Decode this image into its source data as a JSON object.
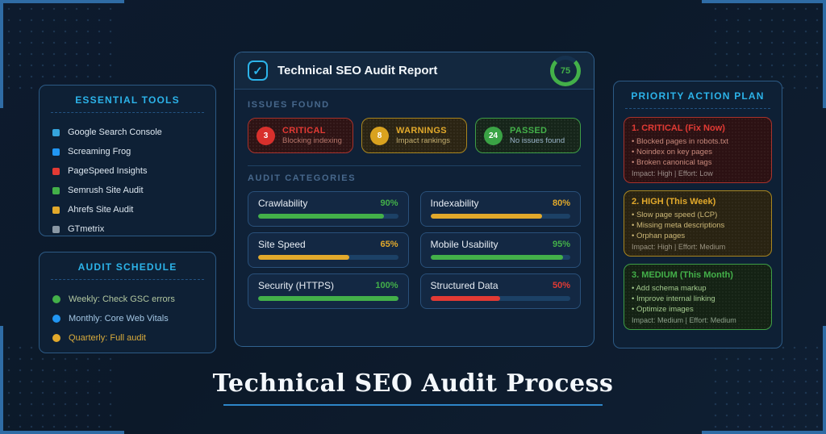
{
  "page": {
    "title": "Technical SEO Audit Process",
    "bg_color": "#0d1b2e",
    "accent_color": "#2cb3e9",
    "bracket_color": "#2f6ca5"
  },
  "tools": {
    "title": "ESSENTIAL TOOLS",
    "items": [
      {
        "label": "Google Search Console",
        "color": "#35a4dc"
      },
      {
        "label": "Screaming Frog",
        "color": "#2196f3"
      },
      {
        "label": "PageSpeed Insights",
        "color": "#e23a34"
      },
      {
        "label": "Semrush Site Audit",
        "color": "#43b049"
      },
      {
        "label": "Ahrefs Site Audit",
        "color": "#e2a92b"
      },
      {
        "label": "GTmetrix",
        "color": "#8a98a5"
      }
    ]
  },
  "schedule": {
    "title": "AUDIT SCHEDULE",
    "items": [
      {
        "label": "Weekly: Check GSC errors",
        "color": "#43b049",
        "text_color": "#b2c7a0"
      },
      {
        "label": "Monthly: Core Web Vitals",
        "color": "#2196f3",
        "text_color": "#a3c6e4"
      },
      {
        "label": "Quarterly: Full audit",
        "color": "#e2a92b",
        "text_color": "#d9ab3c"
      }
    ]
  },
  "report": {
    "title": "Technical SEO Audit Report",
    "checkbox_glyph": "✓",
    "score": 75,
    "score_label": "75",
    "score_color": "#43b049",
    "score_track_color": "#16324f",
    "issues_label": "ISSUES FOUND",
    "badges": [
      {
        "count": "3",
        "label": "CRITICAL",
        "sublabel": "Blocking indexing",
        "color": "#e23a34",
        "circle": "#d8302c",
        "border": "#a8332d",
        "bg": "#2e1314",
        "sub_color": "#b5756a"
      },
      {
        "count": "8",
        "label": "WARNINGS",
        "sublabel": "Impact rankings",
        "color": "#e2a92b",
        "circle": "#d9a21f",
        "border": "#a9861f",
        "bg": "#2b2413",
        "sub_color": "#c3ad6e"
      },
      {
        "count": "24",
        "label": "PASSED",
        "sublabel": "No issues found",
        "color": "#43b049",
        "circle": "#3aa345",
        "border": "#3f9e46",
        "bg": "#16251a",
        "sub_color": "#9ab4c9"
      }
    ],
    "categories_label": "AUDIT CATEGORIES",
    "categories": [
      {
        "label": "Crawlability",
        "percent": 90,
        "percent_label": "90%",
        "color": "#43b049"
      },
      {
        "label": "Indexability",
        "percent": 80,
        "percent_label": "80%",
        "color": "#e2a92b"
      },
      {
        "label": "Site Speed",
        "percent": 65,
        "percent_label": "65%",
        "color": "#e2a92b"
      },
      {
        "label": "Mobile Usability",
        "percent": 95,
        "percent_label": "95%",
        "color": "#43b049"
      },
      {
        "label": "Security (HTTPS)",
        "percent": 100,
        "percent_label": "100%",
        "color": "#43b049"
      },
      {
        "label": "Structured Data",
        "percent": 50,
        "percent_label": "50%",
        "color": "#e23a34"
      }
    ]
  },
  "plan": {
    "title": "PRIORITY ACTION PLAN",
    "cards": [
      {
        "title": "1. CRITICAL (Fix Now)",
        "color": "#e23a34",
        "border": "#a8332d",
        "bg": "#2c1113",
        "bullet_color": "#c98a7c",
        "bullets": [
          "Blocked pages in robots.txt",
          "Noindex on key pages",
          "Broken canonical tags"
        ],
        "impact": "Impact: High | Effort: Low",
        "impact_color": "#9c8e8a"
      },
      {
        "title": "2. HIGH (This Week)",
        "color": "#e2a92b",
        "border": "#a9861f",
        "bg": "#292312",
        "bullet_color": "#cdb877",
        "bullets": [
          "Slow page speed (LCP)",
          "Missing meta descriptions",
          "Orphan pages"
        ],
        "impact": "Impact: High | Effort: Medium",
        "impact_color": "#9a9381"
      },
      {
        "title": "3. MEDIUM (This Month)",
        "color": "#43b049",
        "border": "#3f9e46",
        "bg": "#142214",
        "bullet_color": "#a4cb8e",
        "bullets": [
          "Add schema markup",
          "Improve internal linking",
          "Optimize images"
        ],
        "impact": "Impact: Medium | Effort: Medium",
        "impact_color": "#8da08b"
      }
    ]
  },
  "footer": {
    "title": "Technical SEO Audit Process",
    "underline_color": "#2e86c8"
  }
}
